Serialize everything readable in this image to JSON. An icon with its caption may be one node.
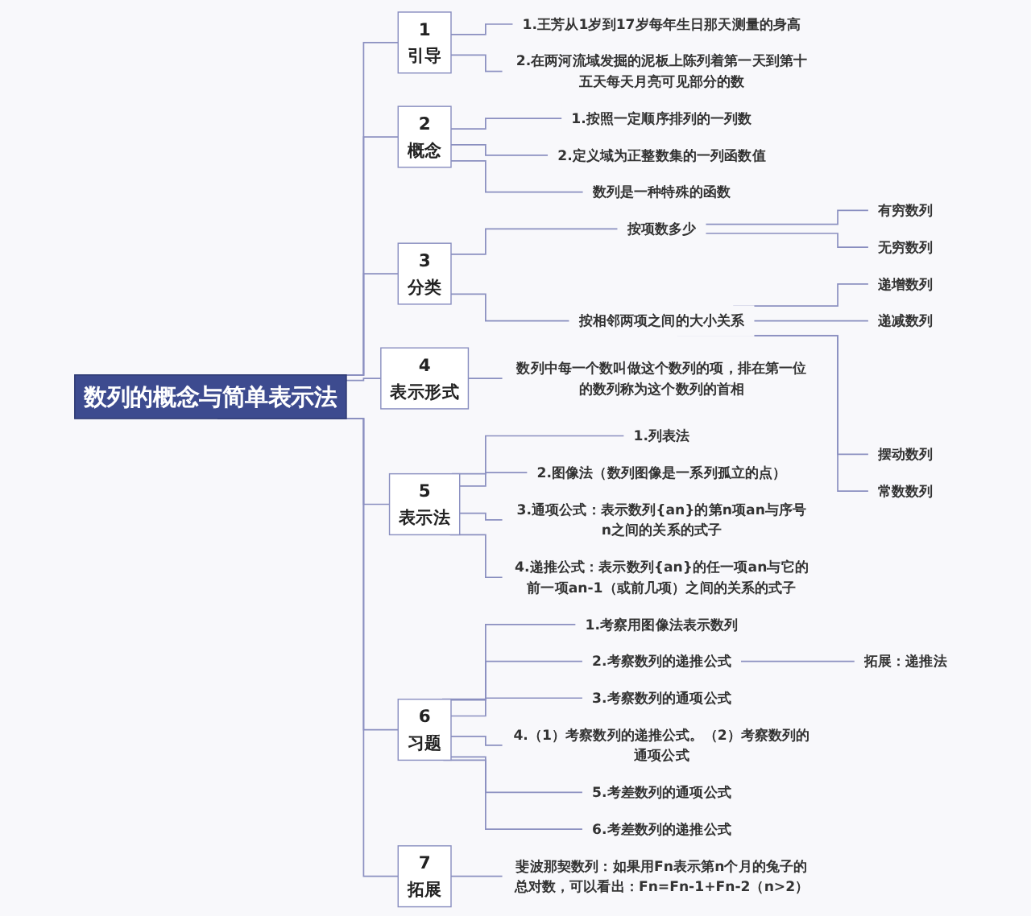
{
  "diagram": {
    "nodes": [
      {
        "text": [
          "数列的概念与简单表示法"
        ]
      },
      {
        "text": [
          "1",
          "引导"
        ]
      },
      {
        "text": [
          "1.王芳从1岁到17岁每年生日那天测量的身高"
        ]
      },
      {
        "text": [
          "2.在两河流域发掘的泥板上陈列着第一天到第十五天每天月亮可见部分的数"
        ]
      },
      {
        "text": [
          "2",
          "概念"
        ]
      },
      {
        "text": [
          "1.按照一定顺序排列的一列数"
        ]
      },
      {
        "text": [
          "2.定义域为正整数集的一列函数值"
        ]
      },
      {
        "text": [
          "数列是一种特殊的函数"
        ]
      },
      {
        "text": [
          "3",
          "分类"
        ]
      },
      {
        "text": [
          "按项数多少"
        ]
      },
      {
        "text": [
          "有穷数列"
        ]
      },
      {
        "text": [
          "无穷数列"
        ]
      },
      {
        "text": [
          "按相邻两项之间的大小关系"
        ]
      },
      {
        "text": [
          "递增数列"
        ]
      },
      {
        "text": [
          "递减数列"
        ]
      },
      {
        "text": [
          "摆动数列"
        ]
      },
      {
        "text": [
          "常数数列"
        ]
      },
      {
        "text": [
          "4",
          "表示形式"
        ]
      },
      {
        "text": [
          "数列中每一个数叫做这个数列的项，排在第一位的数列称为这个数列的首相"
        ]
      },
      {
        "text": [
          "5",
          "表示法"
        ]
      },
      {
        "text": [
          "1.列表法"
        ]
      },
      {
        "text": [
          "2.图像法（数列图像是一系列孤立的点）"
        ]
      },
      {
        "text": [
          "3.通项公式：表示数列{an}的第n项an与序号n之间的关系的式子"
        ]
      },
      {
        "text": [
          "4.递推公式：表示数列{an}的任一项an与它的前一项an-1（或前几项）之间的关系的式子"
        ]
      },
      {
        "text": [
          "6",
          "习题"
        ]
      },
      {
        "text": [
          "1.考察用图像法表示数列"
        ]
      },
      {
        "text": [
          "2.考察数列的递推公式"
        ]
      },
      {
        "text": [
          "拓展：递推法"
        ]
      },
      {
        "text": [
          "3.考察数列的通项公式"
        ]
      },
      {
        "text": [
          "4.（1）考察数列的递推公式。（2）考察数列的通项公式"
        ]
      },
      {
        "text": [
          "5.考差数列的通项公式"
        ]
      },
      {
        "text": [
          "6.考差数列的递推公式"
        ]
      },
      {
        "text": [
          "7",
          "拓展"
        ]
      },
      {
        "text": [
          "斐波那契数列：如果用Fn表示第n个月的兔子的总对数，可以看出：Fn=Fn-1+Fn-2（n>2）"
        ]
      }
    ],
    "edges": [
      {
        "from": 0,
        "to": 1,
        "arrow": "none"
      },
      {
        "from": 1,
        "to": 2,
        "arrow": "none"
      },
      {
        "from": 1,
        "to": 3,
        "arrow": "none"
      },
      {
        "from": 0,
        "to": 4,
        "arrow": "none"
      },
      {
        "from": 4,
        "to": 5,
        "arrow": "none"
      },
      {
        "from": 4,
        "to": 6,
        "arrow": "none"
      },
      {
        "from": 4,
        "to": 7,
        "arrow": "none"
      },
      {
        "from": 0,
        "to": 8,
        "arrow": "none"
      },
      {
        "from": 8,
        "to": 9,
        "arrow": "none"
      },
      {
        "from": 9,
        "to": 10,
        "arrow": "none"
      },
      {
        "from": 9,
        "to": 11,
        "arrow": "none"
      },
      {
        "from": 8,
        "to": 12,
        "arrow": "none"
      },
      {
        "from": 12,
        "to": 13,
        "arrow": "none"
      },
      {
        "from": 12,
        "to": 14,
        "arrow": "none"
      },
      {
        "from": 12,
        "to": 15,
        "arrow": "none"
      },
      {
        "from": 12,
        "to": 16,
        "arrow": "none"
      },
      {
        "from": 0,
        "to": 17,
        "arrow": "none"
      },
      {
        "from": 17,
        "to": 18,
        "arrow": "none"
      },
      {
        "from": 0,
        "to": 19,
        "arrow": "none"
      },
      {
        "from": 19,
        "to": 20,
        "arrow": "none"
      },
      {
        "from": 19,
        "to": 21,
        "arrow": "none"
      },
      {
        "from": 19,
        "to": 22,
        "arrow": "none"
      },
      {
        "from": 19,
        "to": 23,
        "arrow": "none"
      },
      {
        "from": 0,
        "to": 24,
        "arrow": "none"
      },
      {
        "from": 24,
        "to": 25,
        "arrow": "none"
      },
      {
        "from": 24,
        "to": 26,
        "arrow": "none"
      },
      {
        "from": 26,
        "to": 27,
        "arrow": "none"
      },
      {
        "from": 24,
        "to": 28,
        "arrow": "none"
      },
      {
        "from": 24,
        "to": 29,
        "arrow": "none"
      },
      {
        "from": 24,
        "to": 30,
        "arrow": "none"
      },
      {
        "from": 24,
        "to": 31,
        "arrow": "none"
      },
      {
        "from": 0,
        "to": 32,
        "arrow": "none"
      },
      {
        "from": 32,
        "to": 33,
        "arrow": "none"
      }
    ]
  }
}
